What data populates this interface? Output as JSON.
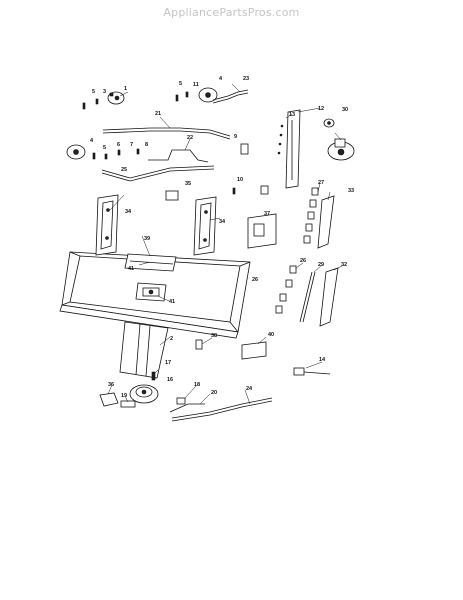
{
  "watermark": "AppliancePartsPros.com",
  "callouts": [
    {
      "id": "c1",
      "text": "1"
    },
    {
      "id": "c2",
      "text": "2"
    },
    {
      "id": "c3",
      "text": "3"
    },
    {
      "id": "c4a",
      "text": "4"
    },
    {
      "id": "c4b",
      "text": "4"
    },
    {
      "id": "c5a",
      "text": "5"
    },
    {
      "id": "c5b",
      "text": "5"
    },
    {
      "id": "c5c",
      "text": "5"
    },
    {
      "id": "c6",
      "text": "6"
    },
    {
      "id": "c7",
      "text": "7"
    },
    {
      "id": "c8",
      "text": "8"
    },
    {
      "id": "c9",
      "text": "9"
    },
    {
      "id": "c10",
      "text": "10"
    },
    {
      "id": "c11",
      "text": "11"
    },
    {
      "id": "c12",
      "text": "12"
    },
    {
      "id": "c13",
      "text": "13"
    },
    {
      "id": "c14",
      "text": "14"
    },
    {
      "id": "c16",
      "text": "16"
    },
    {
      "id": "c17",
      "text": "17"
    },
    {
      "id": "c18",
      "text": "18"
    },
    {
      "id": "c19",
      "text": "19"
    },
    {
      "id": "c20",
      "text": "20"
    },
    {
      "id": "c21",
      "text": "21"
    },
    {
      "id": "c22",
      "text": "22"
    },
    {
      "id": "c23",
      "text": "23"
    },
    {
      "id": "c24",
      "text": "24"
    },
    {
      "id": "c25",
      "text": "25"
    },
    {
      "id": "c26a",
      "text": "26"
    },
    {
      "id": "c26b",
      "text": "26"
    },
    {
      "id": "c27",
      "text": "27"
    },
    {
      "id": "c29",
      "text": "29"
    },
    {
      "id": "c30",
      "text": "30"
    },
    {
      "id": "c32",
      "text": "32"
    },
    {
      "id": "c33",
      "text": "33"
    },
    {
      "id": "c34a",
      "text": "34"
    },
    {
      "id": "c34b",
      "text": "34"
    },
    {
      "id": "c34c",
      "text": "34"
    },
    {
      "id": "c35",
      "text": "35"
    },
    {
      "id": "c36",
      "text": "36"
    },
    {
      "id": "c37",
      "text": "37"
    },
    {
      "id": "c38",
      "text": "38"
    },
    {
      "id": "c39",
      "text": "39"
    },
    {
      "id": "c40",
      "text": "40"
    },
    {
      "id": "c41a",
      "text": "41"
    },
    {
      "id": "c41b",
      "text": "41"
    }
  ]
}
